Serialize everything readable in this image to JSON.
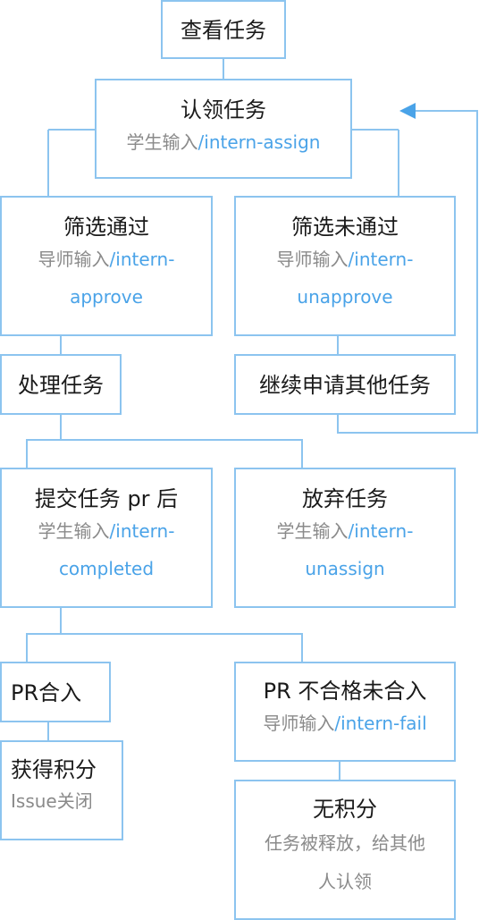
{
  "nodes": {
    "view_task": {
      "title": "查看任务"
    },
    "claim_task": {
      "title": "认领任务",
      "by": "学生输入",
      "cmd": "/intern-assign"
    },
    "approved": {
      "title": "筛选通过",
      "by": "导师输入",
      "cmd_a": "/intern-",
      "cmd_b": "approve"
    },
    "unapproved": {
      "title": "筛选未通过",
      "by": "导师输入",
      "cmd_a": "/intern-",
      "cmd_b": "unapprove"
    },
    "handle_task": {
      "title": "处理任务"
    },
    "apply_other": {
      "title": "继续申请其他任务"
    },
    "submit_pr": {
      "title": "提交任务 pr 后",
      "by": "学生输入",
      "cmd_a": "/intern-",
      "cmd_b": "completed"
    },
    "give_up": {
      "title": "放弃任务",
      "by": "学生输入",
      "cmd_a": "/intern-",
      "cmd_b": "unassign"
    },
    "pr_merged": {
      "title": "PR合入"
    },
    "pr_failed": {
      "title": "PR 不合格未合入",
      "by": "导师输入",
      "cmd": "/intern-fail"
    },
    "get_points": {
      "title": "获得积分",
      "note": "Issue关闭"
    },
    "no_points": {
      "title": "无积分",
      "note_a": "任务被释放，给其他",
      "note_b": "人认领"
    }
  },
  "colors": {
    "border": "#8cc4ef",
    "command": "#4aa3e8",
    "muted": "#8a8a8a",
    "text": "#1a1a1a"
  }
}
